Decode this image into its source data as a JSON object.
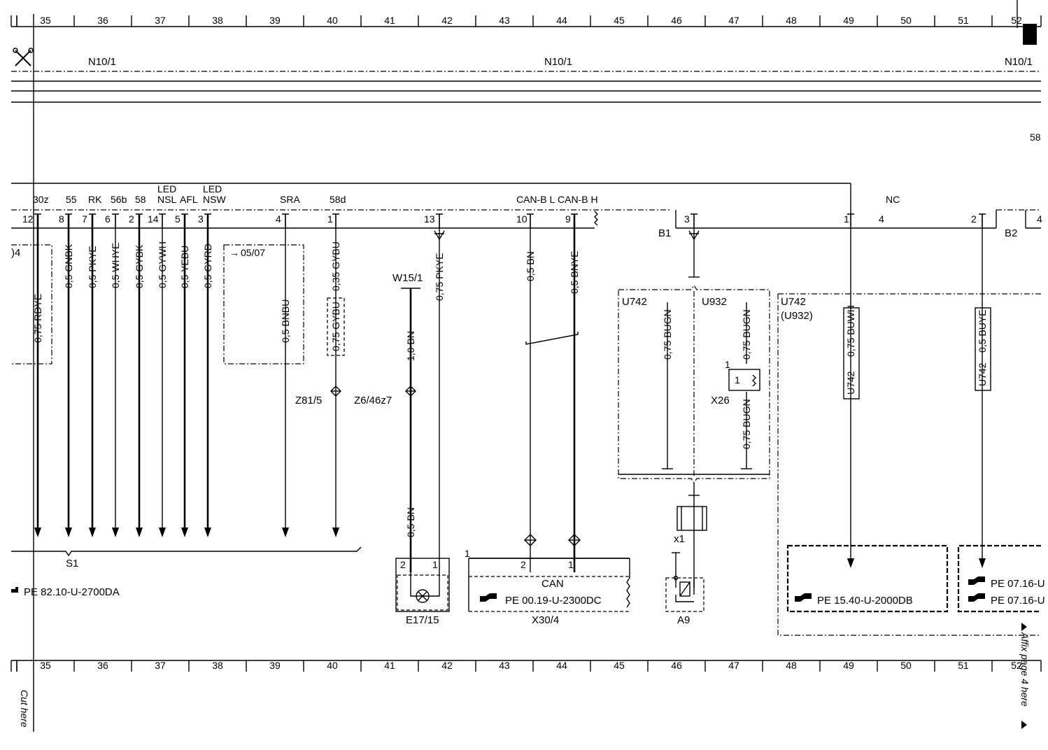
{
  "grid": [
    "35",
    "36",
    "37",
    "38",
    "39",
    "40",
    "41",
    "42",
    "43",
    "44",
    "45",
    "46",
    "47",
    "48",
    "49",
    "50",
    "51",
    "52"
  ],
  "header": {
    "n10_left": "N10/1",
    "n10_mid": "N10/1",
    "n10_right": "N10/1",
    "page_ref": "58"
  },
  "pins": {
    "30z": "30z",
    "55": "55",
    "RK": "RK",
    "56b": "56b",
    "58": "58",
    "led1": "LED",
    "nsl": "NSL",
    "afl": "AFL",
    "led2": "LED",
    "nsw": "NSW",
    "sra": "SRA",
    "58d": "58d",
    "canl": "CAN-B L",
    "canh": "CAN-B H",
    "nc": "NC"
  },
  "pin_nums": {
    "p12": "12",
    "p8": "8",
    "p7": "7",
    "p6": "6",
    "p2a": "2",
    "p14": "14",
    "p5": "5",
    "p3a": "3",
    "p4a": "4",
    "p1a": "1",
    "p13": "13",
    "p10": "10",
    "p9": "9",
    "p3b": "3",
    "p1b": "1",
    "p4b": "4",
    "p2b": "2",
    "p4c": "4"
  },
  "connectors": {
    "b1": "B1",
    "b2": "B2"
  },
  "wires": {
    "w1": "0,75 RDYE",
    "w2": "0,5 GNBK",
    "w3": "0,5 PKYE",
    "w4": "0,5 WHYE",
    "w5": "0,5 GYBK",
    "w6": "0,5 GYWH",
    "w7": "0,5 YEBU",
    "w8": "0,5 GYRD",
    "w9": "0,5 BNBU",
    "w10": "0,35 GYBU",
    "w11": "0,75 GYBU",
    "w12": "0,75 PKYE",
    "w13": "1,0 BN",
    "w14": "0,5 BN",
    "w15": "0,5 BN",
    "w16": "0,5 BNYE",
    "w17": "0,75 BUGN",
    "w18": "0,75 BUGN",
    "w19": "0,75 BUGN",
    "w20": "0,75 BUWH",
    "w21": "0,5 BUYE",
    "u742a": "U742",
    "u742b": "U742"
  },
  "labels": {
    "d4": ")4",
    "v0507": "05/07",
    "w151": "W15/1",
    "z815": "Z81/5",
    "z646": "Z6/46z7",
    "u742": "U742",
    "u932": "U932",
    "u742r": "U742",
    "u932r": "(U932)",
    "x26": "X26",
    "x26pin": "1",
    "x26pin2": "1",
    "x1": "x1",
    "s1": "S1",
    "e1715": "E17/15",
    "x304": "X30/4",
    "a9": "A9",
    "can": "CAN",
    "lamp2": "2",
    "lamp1": "1",
    "x2": "2",
    "x1p": "1",
    "can1": "1"
  },
  "refs": {
    "pe82": "PE 82.10-U-2700DA",
    "pe00": "PE 00.19-U-2300DC",
    "pe15": "PE 15.40-U-2000DB",
    "pe07a": "PE 07.16-U",
    "pe07b": "PE 07.16-U"
  },
  "margin": {
    "cut": "Cut here",
    "affix": "Affix page 4 here"
  }
}
